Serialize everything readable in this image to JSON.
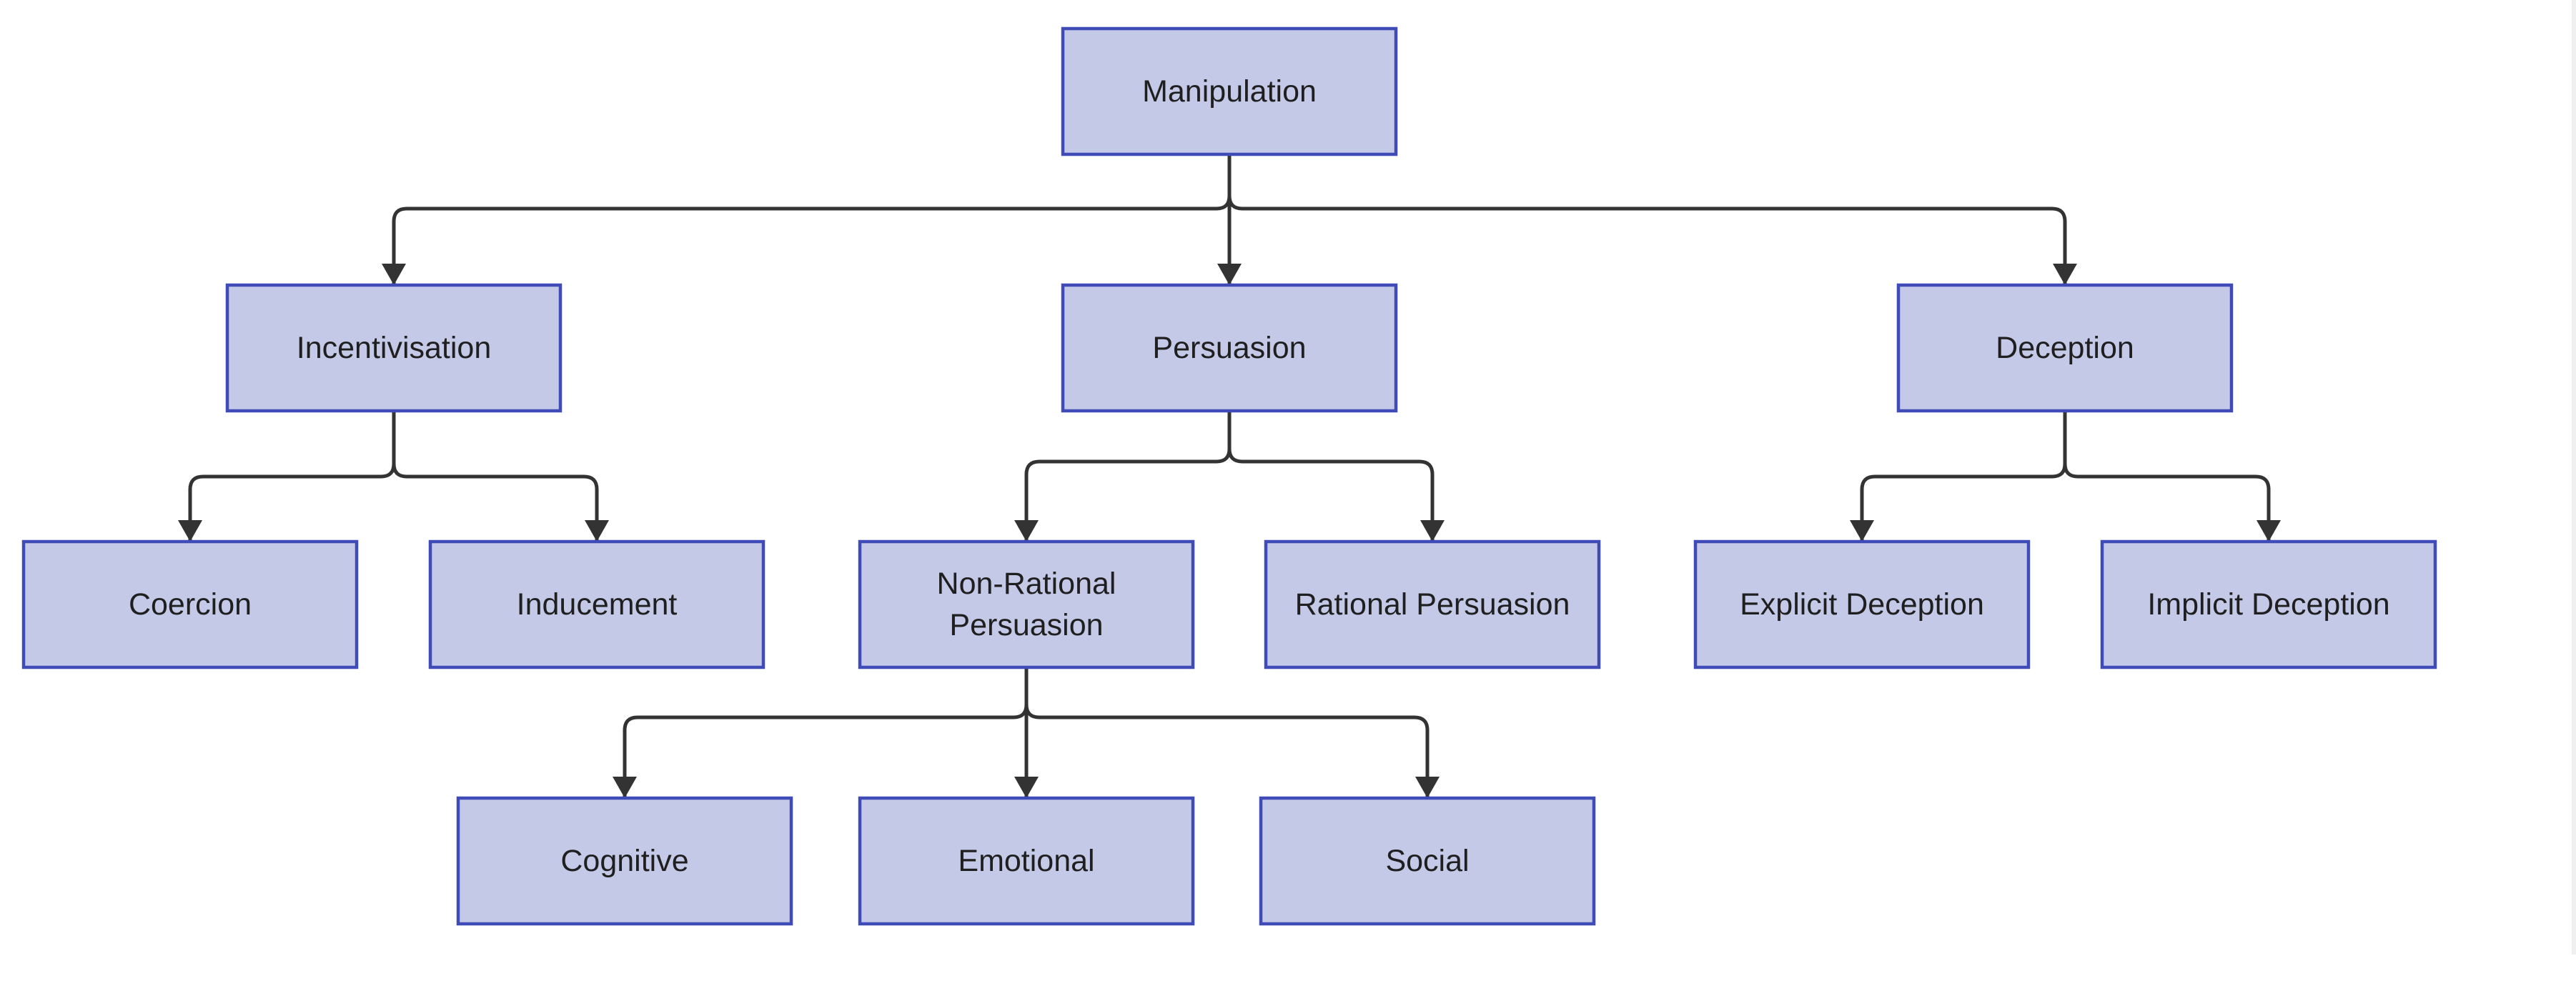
{
  "diagram": {
    "type": "tree",
    "colors": {
      "node_fill": "#c5c9e8",
      "node_border": "#3f4bb6",
      "edge": "#333333",
      "text": "#1f1f1f"
    },
    "nodes": [
      {
        "id": "manipulation",
        "lines": [
          "Manipulation"
        ]
      },
      {
        "id": "incentivisation",
        "lines": [
          "Incentivisation"
        ]
      },
      {
        "id": "persuasion",
        "lines": [
          "Persuasion"
        ]
      },
      {
        "id": "deception",
        "lines": [
          "Deception"
        ]
      },
      {
        "id": "coercion",
        "lines": [
          "Coercion"
        ]
      },
      {
        "id": "inducement",
        "lines": [
          "Inducement"
        ]
      },
      {
        "id": "non-rational-persuasion",
        "lines": [
          "Non-Rational",
          "Persuasion"
        ]
      },
      {
        "id": "rational-persuasion",
        "lines": [
          "Rational Persuasion"
        ]
      },
      {
        "id": "explicit-deception",
        "lines": [
          "Explicit Deception"
        ]
      },
      {
        "id": "implicit-deception",
        "lines": [
          "Implicit Deception"
        ]
      },
      {
        "id": "cognitive",
        "lines": [
          "Cognitive"
        ]
      },
      {
        "id": "emotional",
        "lines": [
          "Emotional"
        ]
      },
      {
        "id": "social",
        "lines": [
          "Social"
        ]
      }
    ],
    "edges": [
      {
        "from": "manipulation",
        "to": "incentivisation"
      },
      {
        "from": "manipulation",
        "to": "persuasion"
      },
      {
        "from": "manipulation",
        "to": "deception"
      },
      {
        "from": "incentivisation",
        "to": "coercion"
      },
      {
        "from": "incentivisation",
        "to": "inducement"
      },
      {
        "from": "persuasion",
        "to": "non-rational-persuasion"
      },
      {
        "from": "persuasion",
        "to": "rational-persuasion"
      },
      {
        "from": "deception",
        "to": "explicit-deception"
      },
      {
        "from": "deception",
        "to": "implicit-deception"
      },
      {
        "from": "non-rational-persuasion",
        "to": "cognitive"
      },
      {
        "from": "non-rational-persuasion",
        "to": "emotional"
      },
      {
        "from": "non-rational-persuasion",
        "to": "social"
      }
    ]
  }
}
